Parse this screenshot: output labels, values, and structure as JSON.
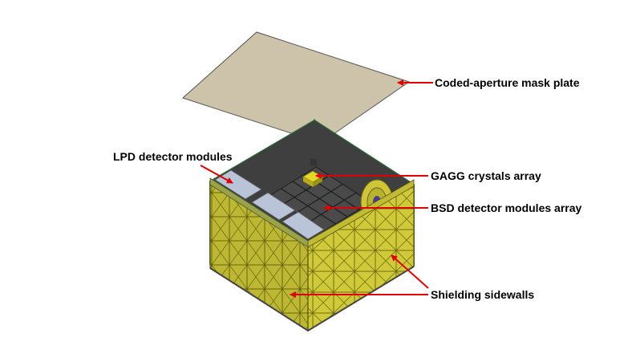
{
  "labels": {
    "mask_plate": "Coded-aperture mask plate",
    "lpd_modules": "LPD detector modules",
    "gagg_array": "GAGG crystals array",
    "bsd_array": "BSD detector modules array",
    "shielding": "Shielding sidewalls"
  },
  "colors": {
    "mask_plate": "#cdc3aa",
    "shield_side": "#c8c23a",
    "shield_front": "#b9b52f",
    "interior_back": "#4b3a8e",
    "interior_left": "#2c6a86",
    "bsd_grid": "#4a4a4a",
    "gagg": "#e3d82b",
    "lpd_module": "#b9c4d8",
    "arrow": "#e00000"
  }
}
